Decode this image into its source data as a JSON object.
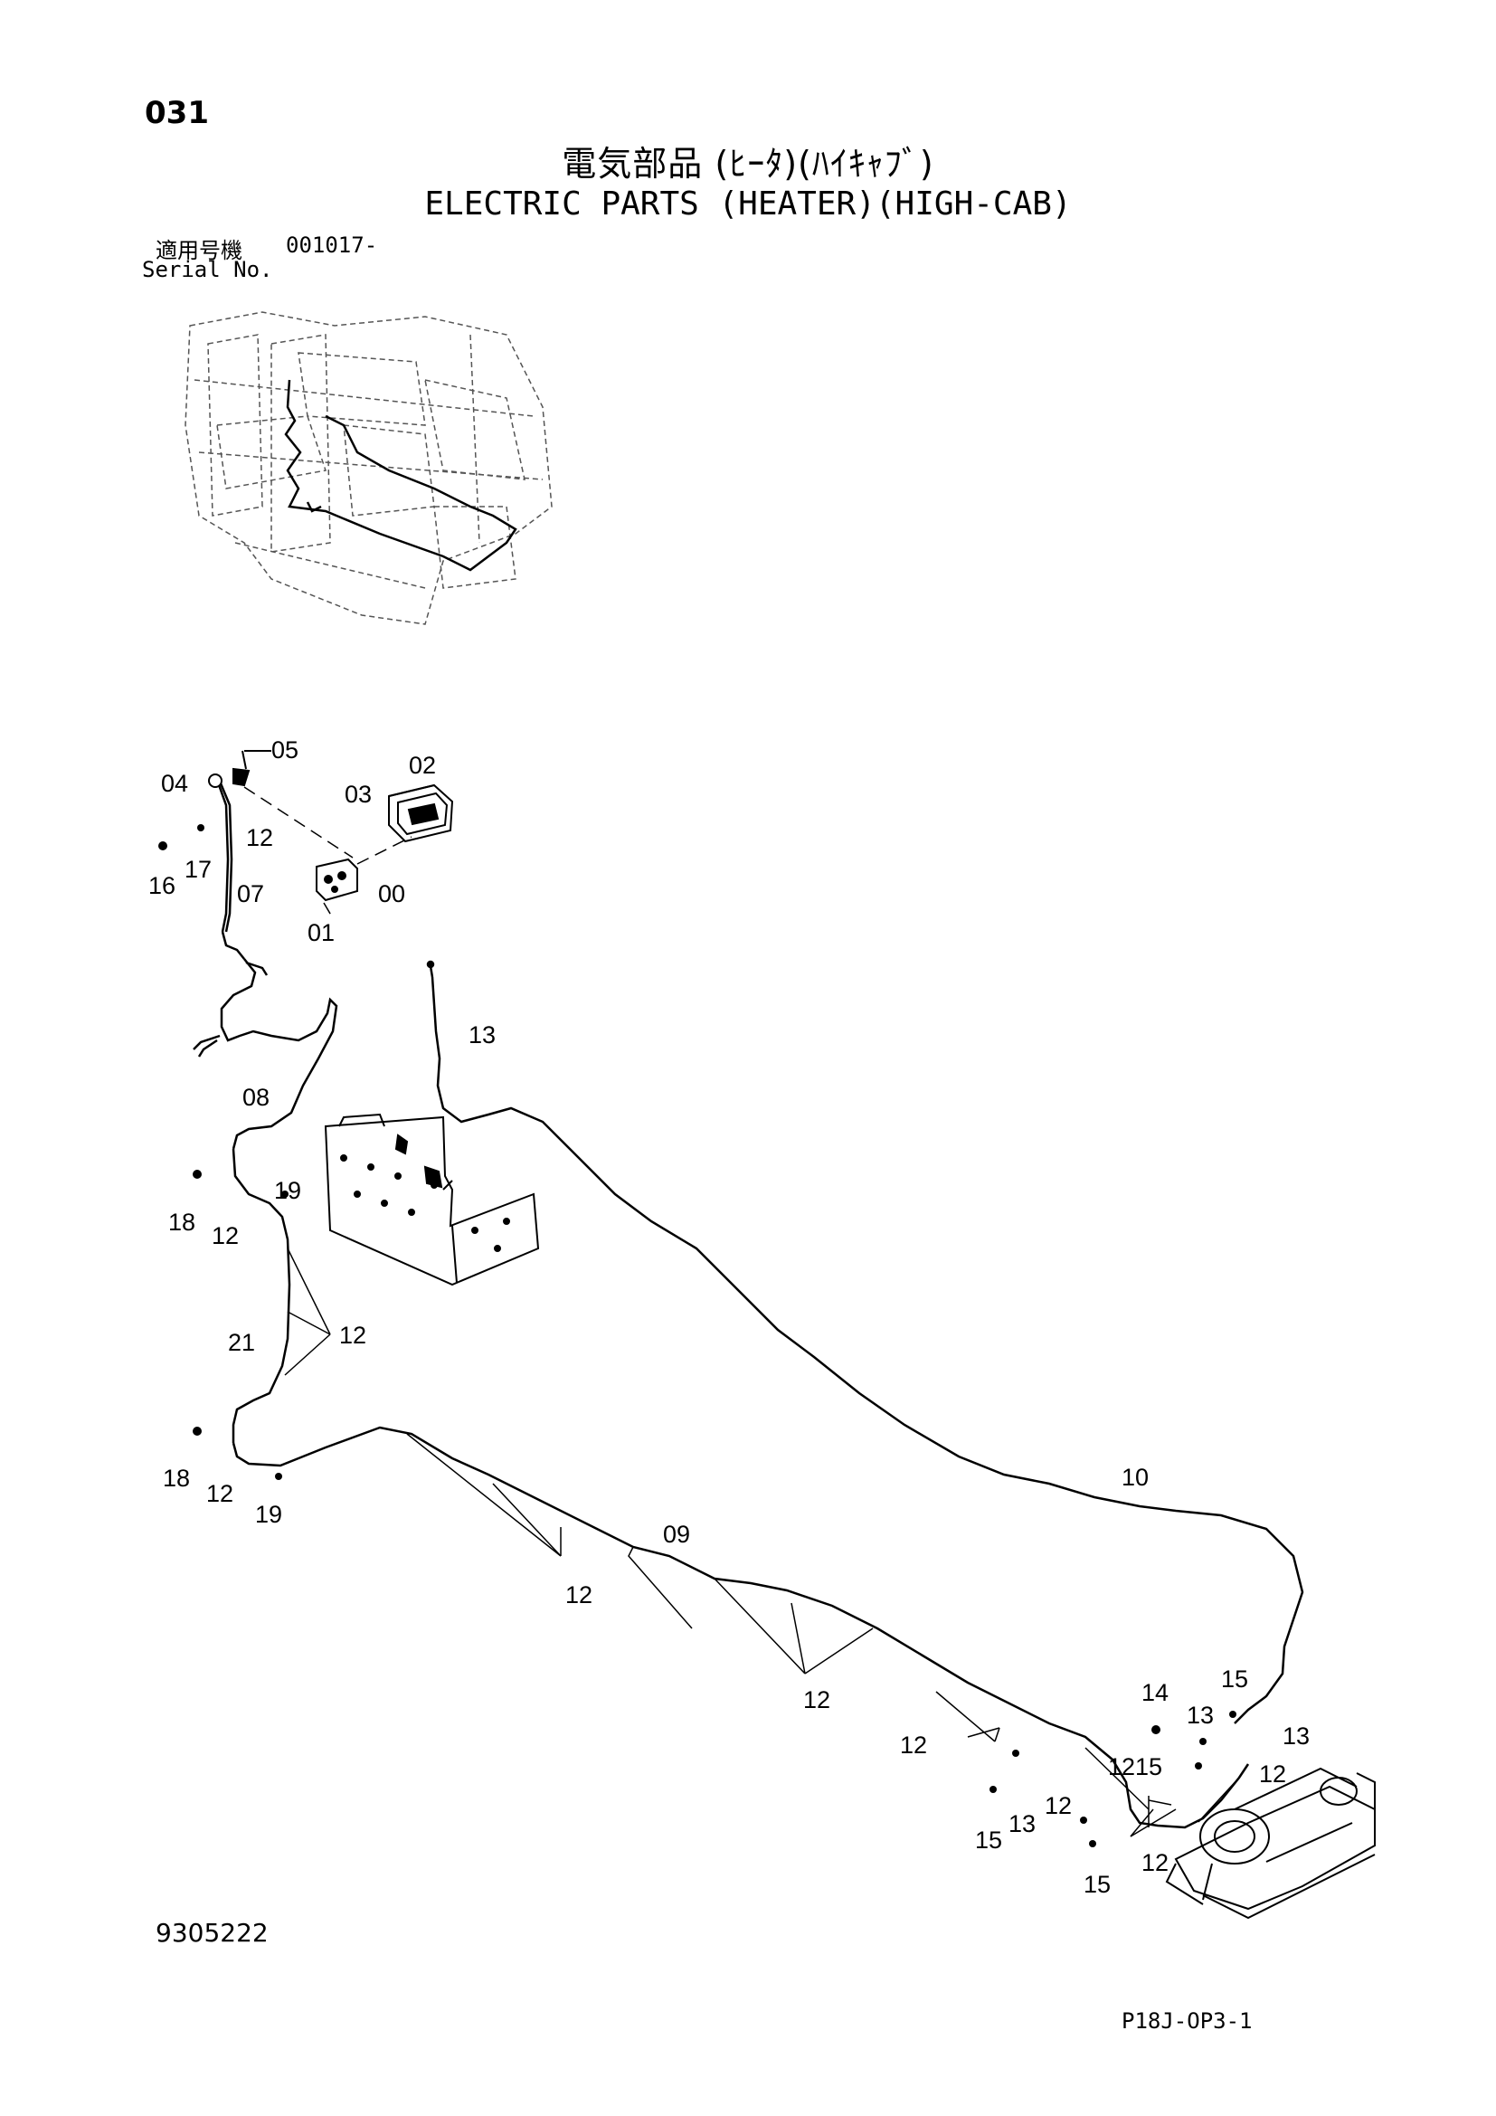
{
  "header": {
    "page_number": "031",
    "title_jp": "電気部品 (ﾋｰﾀ)(ﾊｲｷｬﾌﾞ)",
    "title_en": "ELECTRIC PARTS (HEATER)(HIGH-CAB)",
    "serial_label_jp": "適用号機",
    "serial_value": "001017-",
    "serial_label_en": "Serial No."
  },
  "footer": {
    "figure_code": "9305222",
    "page_code": "P18J-OP3-1"
  },
  "callouts": {
    "c05": "05",
    "c02": "02",
    "c04": "04",
    "c03": "03",
    "c12a": "12",
    "c17": "17",
    "c16": "16",
    "c07": "07",
    "c00": "00",
    "c01": "01",
    "c13a": "13",
    "c08": "08",
    "c19a": "19",
    "c18a": "18",
    "c12b": "12",
    "c21": "21",
    "c12c": "12",
    "c18b": "18",
    "c12d": "12",
    "c19b": "19",
    "c09": "09",
    "c12e": "12",
    "c10": "10",
    "c12f": "12",
    "c12g": "12",
    "c14": "14",
    "c13b": "13",
    "c15a": "15",
    "c13c": "13",
    "c12h": "12",
    "c15b": "15",
    "c12i": "12",
    "c15c": "15",
    "c13d": "13",
    "c12j": "12",
    "c15d": "15",
    "c12k": "12"
  }
}
